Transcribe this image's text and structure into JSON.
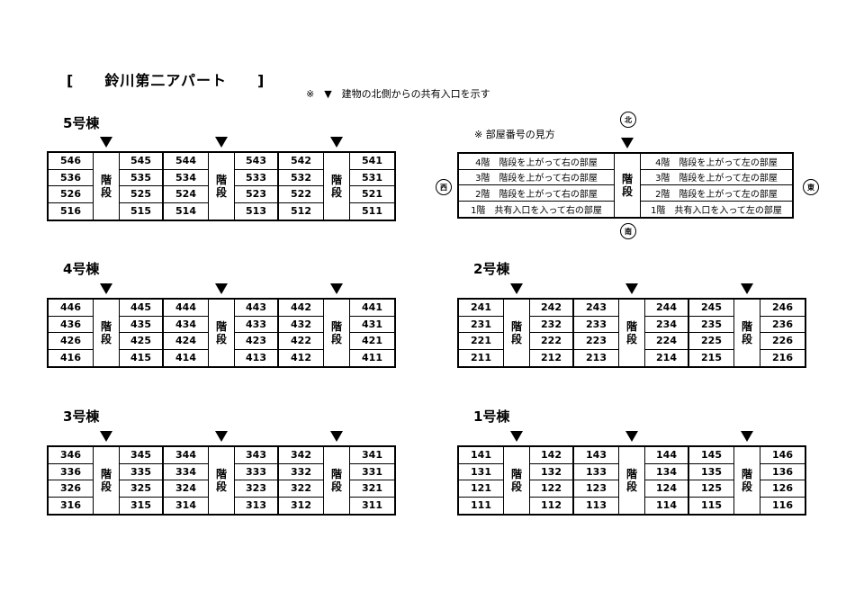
{
  "header": {
    "title": "[　　鈴川第二アパート　　]",
    "note": "※　▼　建物の北側からの共有入口を示す"
  },
  "stair_text": [
    "階",
    "段"
  ],
  "buildings": [
    {
      "label": "5号棟",
      "rows": [
        [
          "546",
          "545",
          "544",
          "543",
          "542",
          "541"
        ],
        [
          "536",
          "535",
          "534",
          "533",
          "532",
          "531"
        ],
        [
          "526",
          "525",
          "524",
          "523",
          "522",
          "521"
        ],
        [
          "516",
          "515",
          "514",
          "513",
          "512",
          "511"
        ]
      ]
    },
    {
      "label": "4号棟",
      "rows": [
        [
          "446",
          "445",
          "444",
          "443",
          "442",
          "441"
        ],
        [
          "436",
          "435",
          "434",
          "433",
          "432",
          "431"
        ],
        [
          "426",
          "425",
          "424",
          "423",
          "422",
          "421"
        ],
        [
          "416",
          "415",
          "414",
          "413",
          "412",
          "411"
        ]
      ]
    },
    {
      "label": "3号棟",
      "rows": [
        [
          "346",
          "345",
          "344",
          "343",
          "342",
          "341"
        ],
        [
          "336",
          "335",
          "334",
          "333",
          "332",
          "331"
        ],
        [
          "326",
          "325",
          "324",
          "323",
          "322",
          "321"
        ],
        [
          "316",
          "315",
          "314",
          "313",
          "312",
          "311"
        ]
      ]
    },
    {
      "label": "2号棟",
      "rows": [
        [
          "241",
          "242",
          "243",
          "244",
          "245",
          "246"
        ],
        [
          "231",
          "232",
          "233",
          "234",
          "235",
          "236"
        ],
        [
          "221",
          "222",
          "223",
          "224",
          "225",
          "226"
        ],
        [
          "211",
          "212",
          "213",
          "214",
          "215",
          "216"
        ]
      ]
    },
    {
      "label": "1号棟",
      "rows": [
        [
          "141",
          "142",
          "143",
          "144",
          "145",
          "146"
        ],
        [
          "131",
          "132",
          "133",
          "134",
          "135",
          "136"
        ],
        [
          "121",
          "122",
          "123",
          "124",
          "125",
          "126"
        ],
        [
          "111",
          "112",
          "113",
          "114",
          "115",
          "116"
        ]
      ]
    }
  ],
  "legend": {
    "title": "※ 部屋番号の見方",
    "left": [
      "4階　階段を上がって右の部屋",
      "3階　階段を上がって右の部屋",
      "2階　階段を上がって右の部屋",
      "1階　共有入口を入って右の部屋"
    ],
    "right": [
      "4階　階段を上がって左の部屋",
      "3階　階段を上がって左の部屋",
      "2階　階段を上がって左の部屋",
      "1階　共有入口を入って左の部屋"
    ],
    "compass": {
      "north": "北",
      "south": "南",
      "west": "西",
      "east": "東"
    }
  }
}
